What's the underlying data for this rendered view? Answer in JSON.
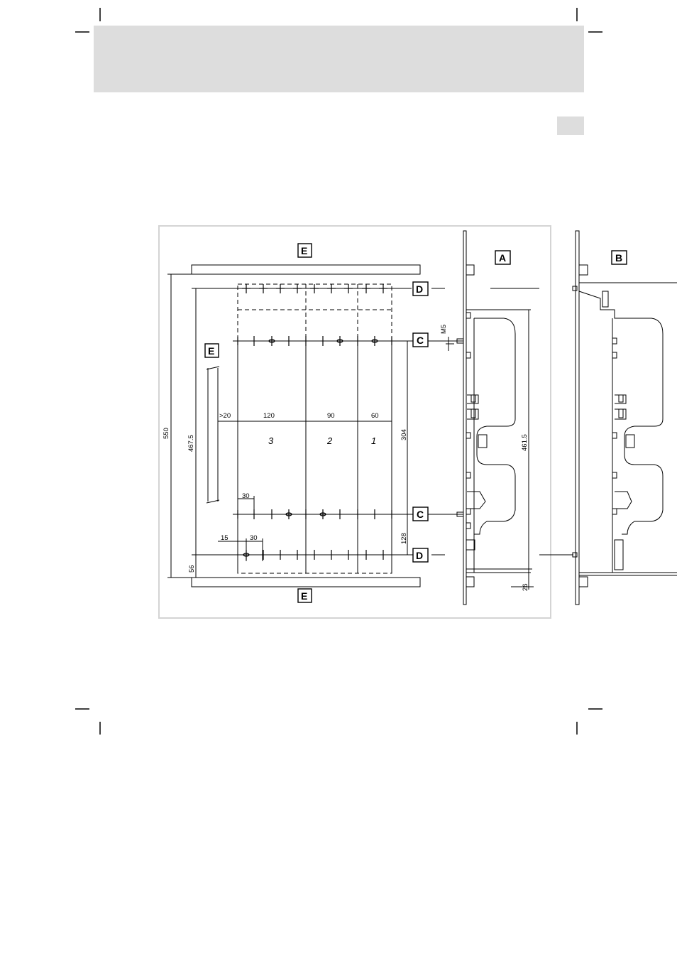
{
  "callouts": {
    "A": "A",
    "B": "B",
    "C": "C",
    "D": "D",
    "E": "E"
  },
  "zones": {
    "z1": "1",
    "z2": "2",
    "z3": "3"
  },
  "dimensions": {
    "gap_min": ">20",
    "width_120": "120",
    "width_90": "90",
    "width_60": "60",
    "height_550": "550",
    "height_467_5": "467.5",
    "height_304": "304",
    "height_128": "128",
    "height_56": "56",
    "offset_30_a": "30",
    "offset_30_b": "30",
    "offset_15": "15",
    "height_461_5": "461.5",
    "height_26": "26",
    "screw_m5": "M5"
  }
}
